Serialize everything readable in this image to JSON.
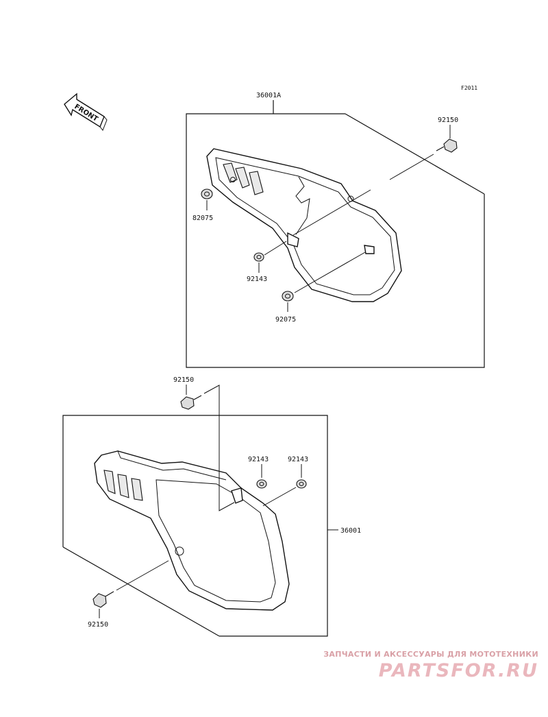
{
  "figure_code": "F2011",
  "front_label": "FRONT",
  "upper": {
    "assembly_no": "36001A",
    "bolt_label": "92150",
    "grommet_top_label": "82075",
    "grommet_bottom_label": "92075",
    "nut_label": "92143"
  },
  "lower": {
    "assembly_no": "36001",
    "bolt_top_label": "92150",
    "bolt_bottom_label": "92150",
    "nut_left_label": "92143",
    "nut_right_label": "92143"
  },
  "watermark": {
    "subtitle": "ЗАПЧАСТИ И АКСЕССУАРЫ ДЛЯ МОТОТЕХНИКИ",
    "logo": "PARTSFOR.RU"
  }
}
